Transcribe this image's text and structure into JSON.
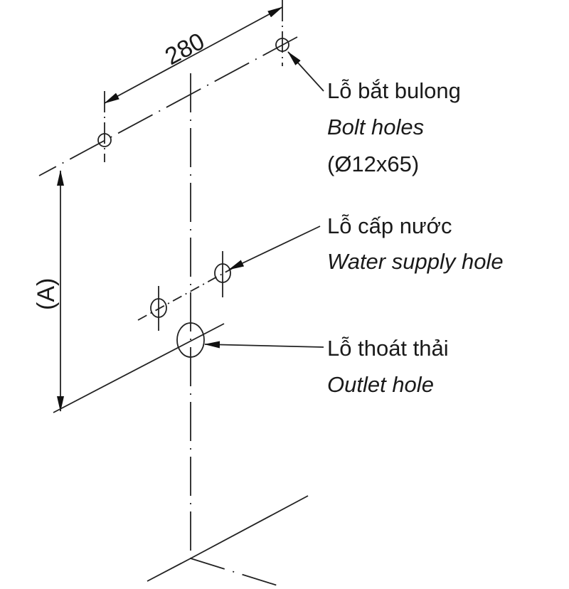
{
  "dimensions": {
    "width_label": "280",
    "height_label": "(A)"
  },
  "callouts": [
    {
      "vi": "Lỗ bắt bulong",
      "en": "Bolt holes",
      "spec": "(Ø12x65)"
    },
    {
      "vi": "Lỗ cấp nước",
      "en": "Water supply hole"
    },
    {
      "vi": "Lỗ thoát thải",
      "en": "Outlet hole"
    }
  ],
  "colors": {
    "line": "#222222",
    "background": "#ffffff"
  }
}
